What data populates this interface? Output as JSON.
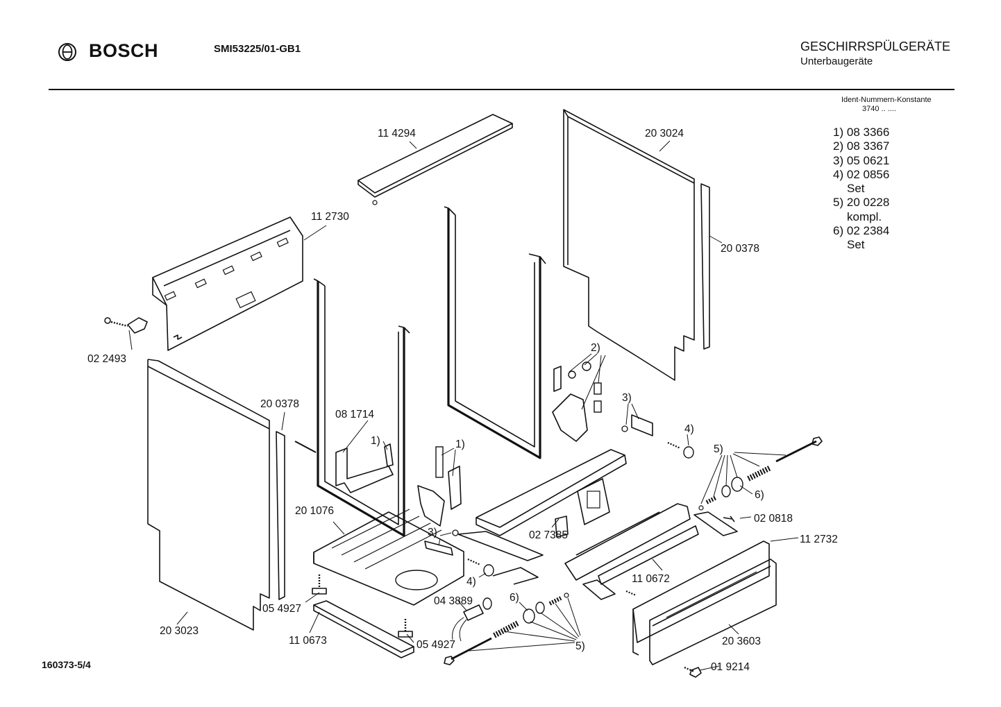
{
  "header": {
    "brand": "BOSCH",
    "model": "SMI53225/01-GB1",
    "category_line1": "GESCHIRRSPÜLGERÄTE",
    "category_line2": "Unterbaugeräte",
    "ident_label": "Ident-Nummern-Konstante",
    "ident_value": "3740  ..  ...."
  },
  "reference_list": [
    {
      "no": "1)",
      "part": "08 3366",
      "note": ""
    },
    {
      "no": "2)",
      "part": "08 3367",
      "note": ""
    },
    {
      "no": "3)",
      "part": "05 0621",
      "note": ""
    },
    {
      "no": "4)",
      "part": "02 0856",
      "note": "Set"
    },
    {
      "no": "5)",
      "part": "20 0228",
      "note": "kompl."
    },
    {
      "no": "6)",
      "part": "02 2384",
      "note": "Set"
    }
  ],
  "footer": {
    "code": "160373-5/4"
  },
  "part_labels": {
    "p114294": "11 4294",
    "p203024": "20 3024",
    "p112730": "11 2730",
    "p200378a": "20 0378",
    "p022493": "02 2493",
    "p200378b": "20 0378",
    "p081714": "08 1714",
    "p201076": "20 1076",
    "p027385": "02 7385",
    "p020818": "02 0818",
    "p112732": "11 2732",
    "p110672": "11 0672",
    "p054927a": "05 4927",
    "p043889": "04 3889",
    "p203023": "20 3023",
    "p110673": "11 0673",
    "p054927b": "05 4927",
    "p203603": "20 3603",
    "p019214": "01  9214"
  },
  "callouts": {
    "c1a": "1)",
    "c1b": "1)",
    "c2": "2)",
    "c3a": "3)",
    "c3b": "3)",
    "c4a": "4)",
    "c4b": "4)",
    "c5a": "5)",
    "c5b": "5)",
    "c6a": "6)",
    "c6b": "6)"
  }
}
